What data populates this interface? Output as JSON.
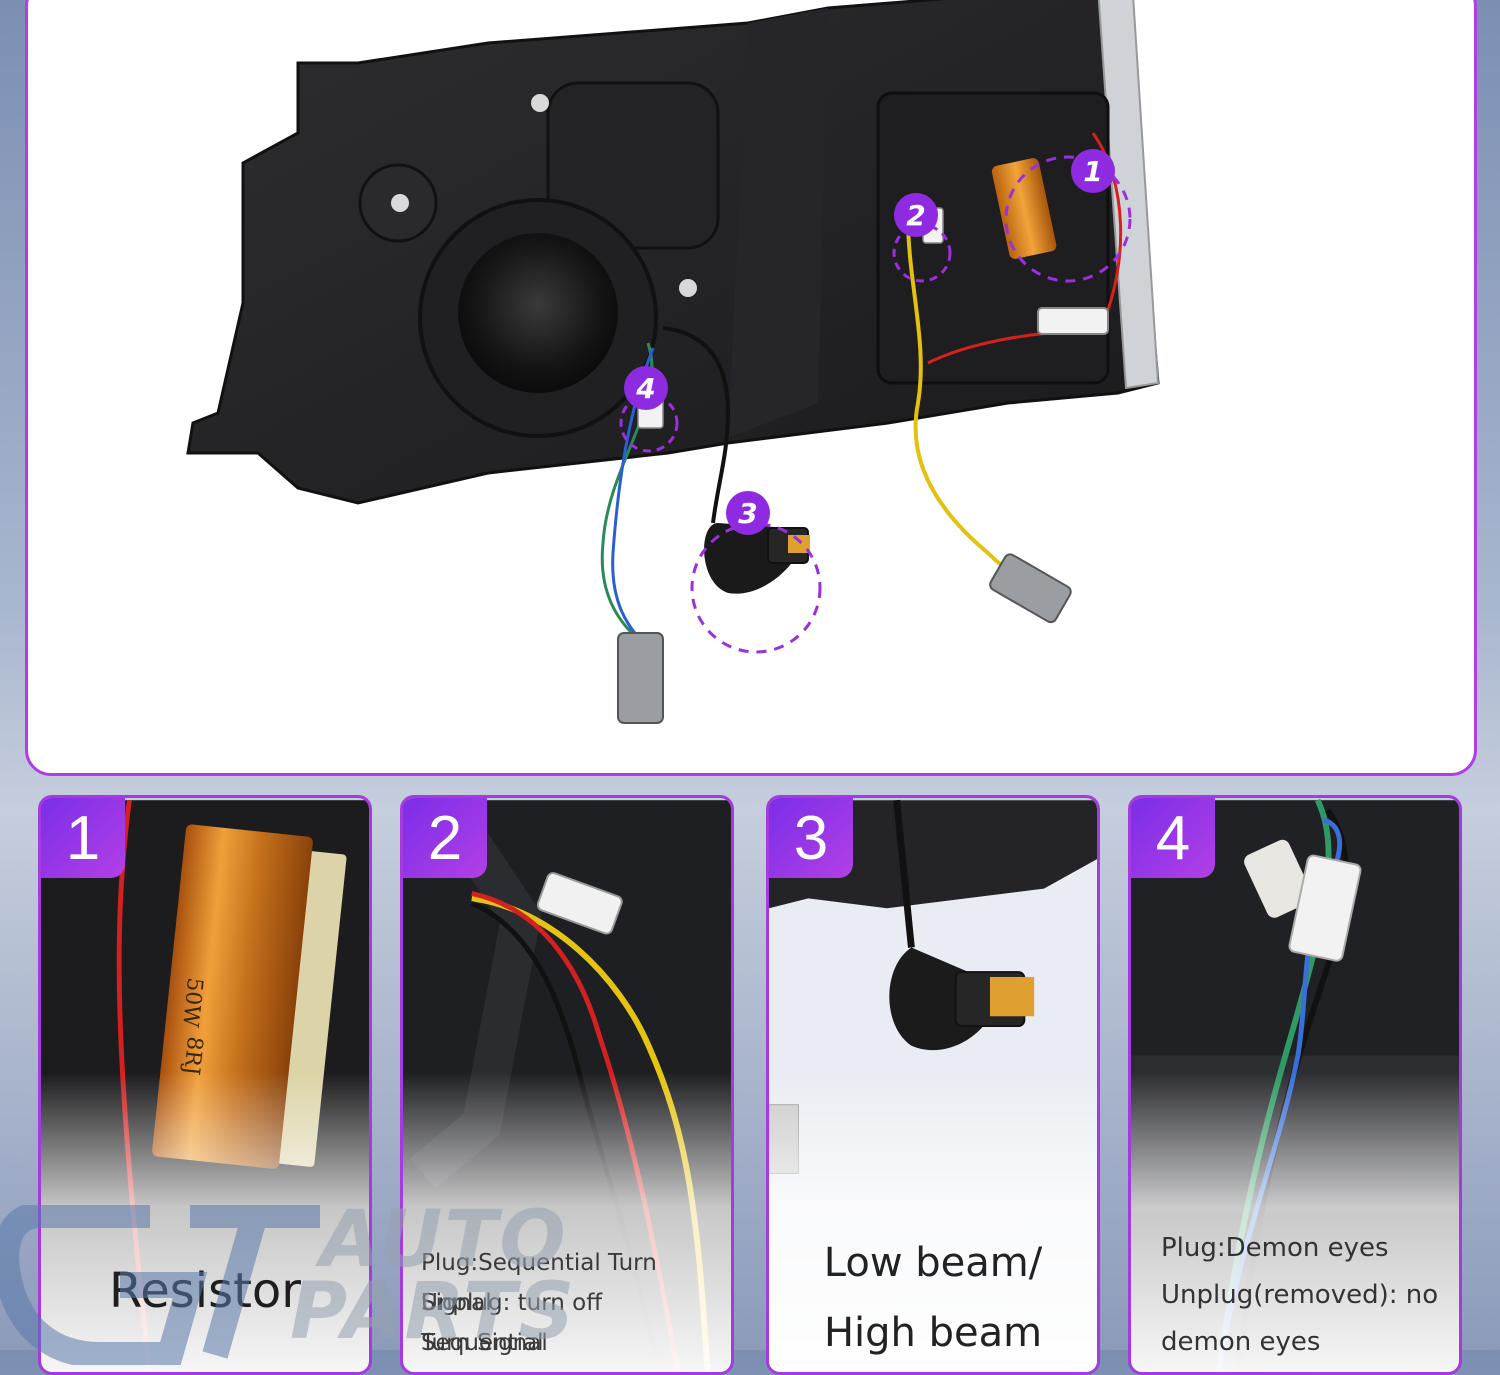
{
  "hero": {
    "image_label": "headlight-rear-view",
    "markers": [
      "1",
      "2",
      "3",
      "4"
    ]
  },
  "panels": [
    {
      "number": "1",
      "caption_lines": [
        "Resistor"
      ],
      "resistor_print": [
        "50W",
        "8RJ"
      ]
    },
    {
      "number": "2",
      "caption_lines": [
        "Plug:Sequential Turn Signal",
        "Unplug: turn off Sequential",
        "Turn Signal"
      ]
    },
    {
      "number": "3",
      "caption_lines": [
        "Low beam/",
        "High beam"
      ]
    },
    {
      "number": "4",
      "caption_lines": [
        "Plug:Demon eyes",
        "Unplug(removed): no",
        "demon eyes"
      ]
    }
  ],
  "watermark": {
    "logo": "GT",
    "line1": "AUTO",
    "line2": "PARTS"
  },
  "colors": {
    "accent": "#a53ae0",
    "badge_start": "#7a2ee8",
    "badge_end": "#b33fe6"
  }
}
